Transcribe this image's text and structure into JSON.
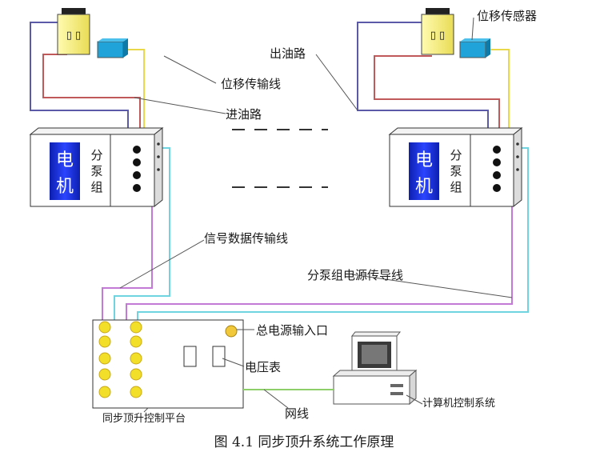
{
  "labels": {
    "displacement_sensor": "位移传感器",
    "oil_out": "出油路",
    "displacement_line": "位移传输线",
    "oil_in": "进油路",
    "signal_line": "信号数据传输线",
    "pump_power_line": "分泵组电源传导线",
    "main_power_input": "总电源输入口",
    "voltmeter": "电压表",
    "computer_system": "计算机控制系统",
    "network_line": "网线",
    "control_platform": "同步顶升控制平台"
  },
  "pump_unit": {
    "motor_char1": "电",
    "motor_char2": "机",
    "pump_char1": "分",
    "pump_char2": "泵",
    "pump_char3": "组"
  },
  "caption": "图 4.1 同步顶升系统工作原理",
  "colors": {
    "oil_out_line": "#5a5aa8",
    "oil_in_line": "#c05a5a",
    "sensor_line": "#e8d84a",
    "signal_line": "#c27ad6",
    "power_line": "#6fd3e0",
    "network_line": "#8fcf6a",
    "motor_blue": "#1a2fd8",
    "sensor_cyan": "#1fa3d8",
    "cylinder_yellow": "#f6ef7a",
    "button_yellow": "#f2df2a"
  }
}
